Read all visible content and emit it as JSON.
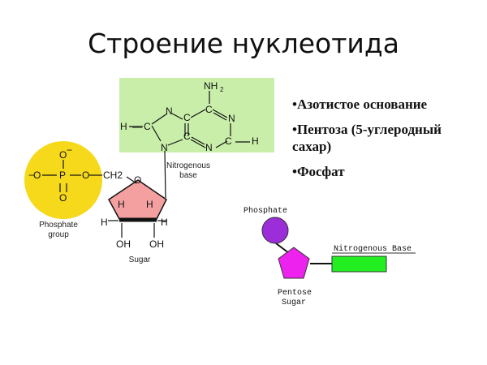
{
  "title": "Строение нуклеотида",
  "bullets": [
    "•Азотистое основание",
    "•Пентоза (5-углеродный сахар)",
    "•Фосфат"
  ],
  "structure": {
    "nitrogenous_base_caption_1": "Nitrogenous",
    "nitrogenous_base_caption_2": "base",
    "phosphate_caption_1": "Phosphate",
    "phosphate_caption_2": "group",
    "sugar_caption": "Sugar",
    "amino": "NH2",
    "oh_left": "OH",
    "oh_right": "OH",
    "ch2": "CH2"
  },
  "schematic": {
    "phosphate_label": "Phosphate",
    "base_label": "Nitrogenous Base",
    "pentose_label_1": "Pentose",
    "pentose_label_2": "Sugar"
  },
  "colors": {
    "base_bg": "#c8eeaa",
    "phosphate_circle": "#f5d91a",
    "sugar_fill": "#f5a0a0",
    "schematic_phosphate": "#9b2ed8",
    "schematic_sugar": "#ee22ee",
    "schematic_base": "#22ee22"
  }
}
